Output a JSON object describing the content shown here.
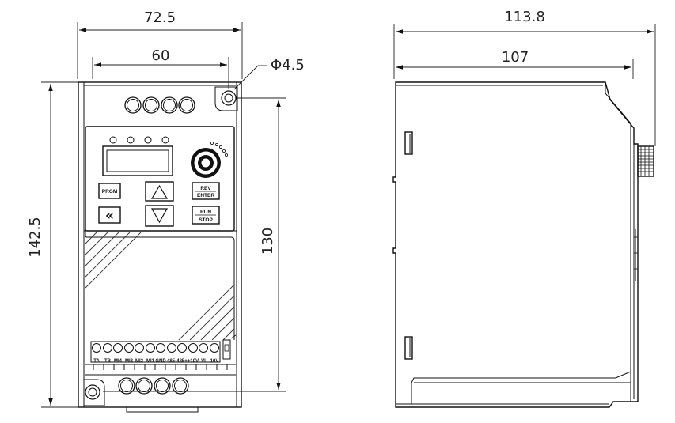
{
  "front_view": {
    "overall_width": "72.5",
    "mount_hole_spacing_width": "60",
    "mount_hole_diameter": "Φ4.5",
    "overall_height": "142.5",
    "mount_hole_spacing_height": "130",
    "keys": {
      "prgm": "PRGM",
      "shift": "«",
      "rev": "REV",
      "enter": "ENTER",
      "run": "RUN",
      "stop": "STOP"
    },
    "terminals": [
      "TA",
      "TB",
      "MI4",
      "MI3",
      "MI2",
      "MI1",
      "GND",
      "485-",
      "485+",
      "+10V",
      "VI",
      "10V"
    ]
  },
  "side_view": {
    "overall_depth": "113.8",
    "body_depth": "107"
  }
}
